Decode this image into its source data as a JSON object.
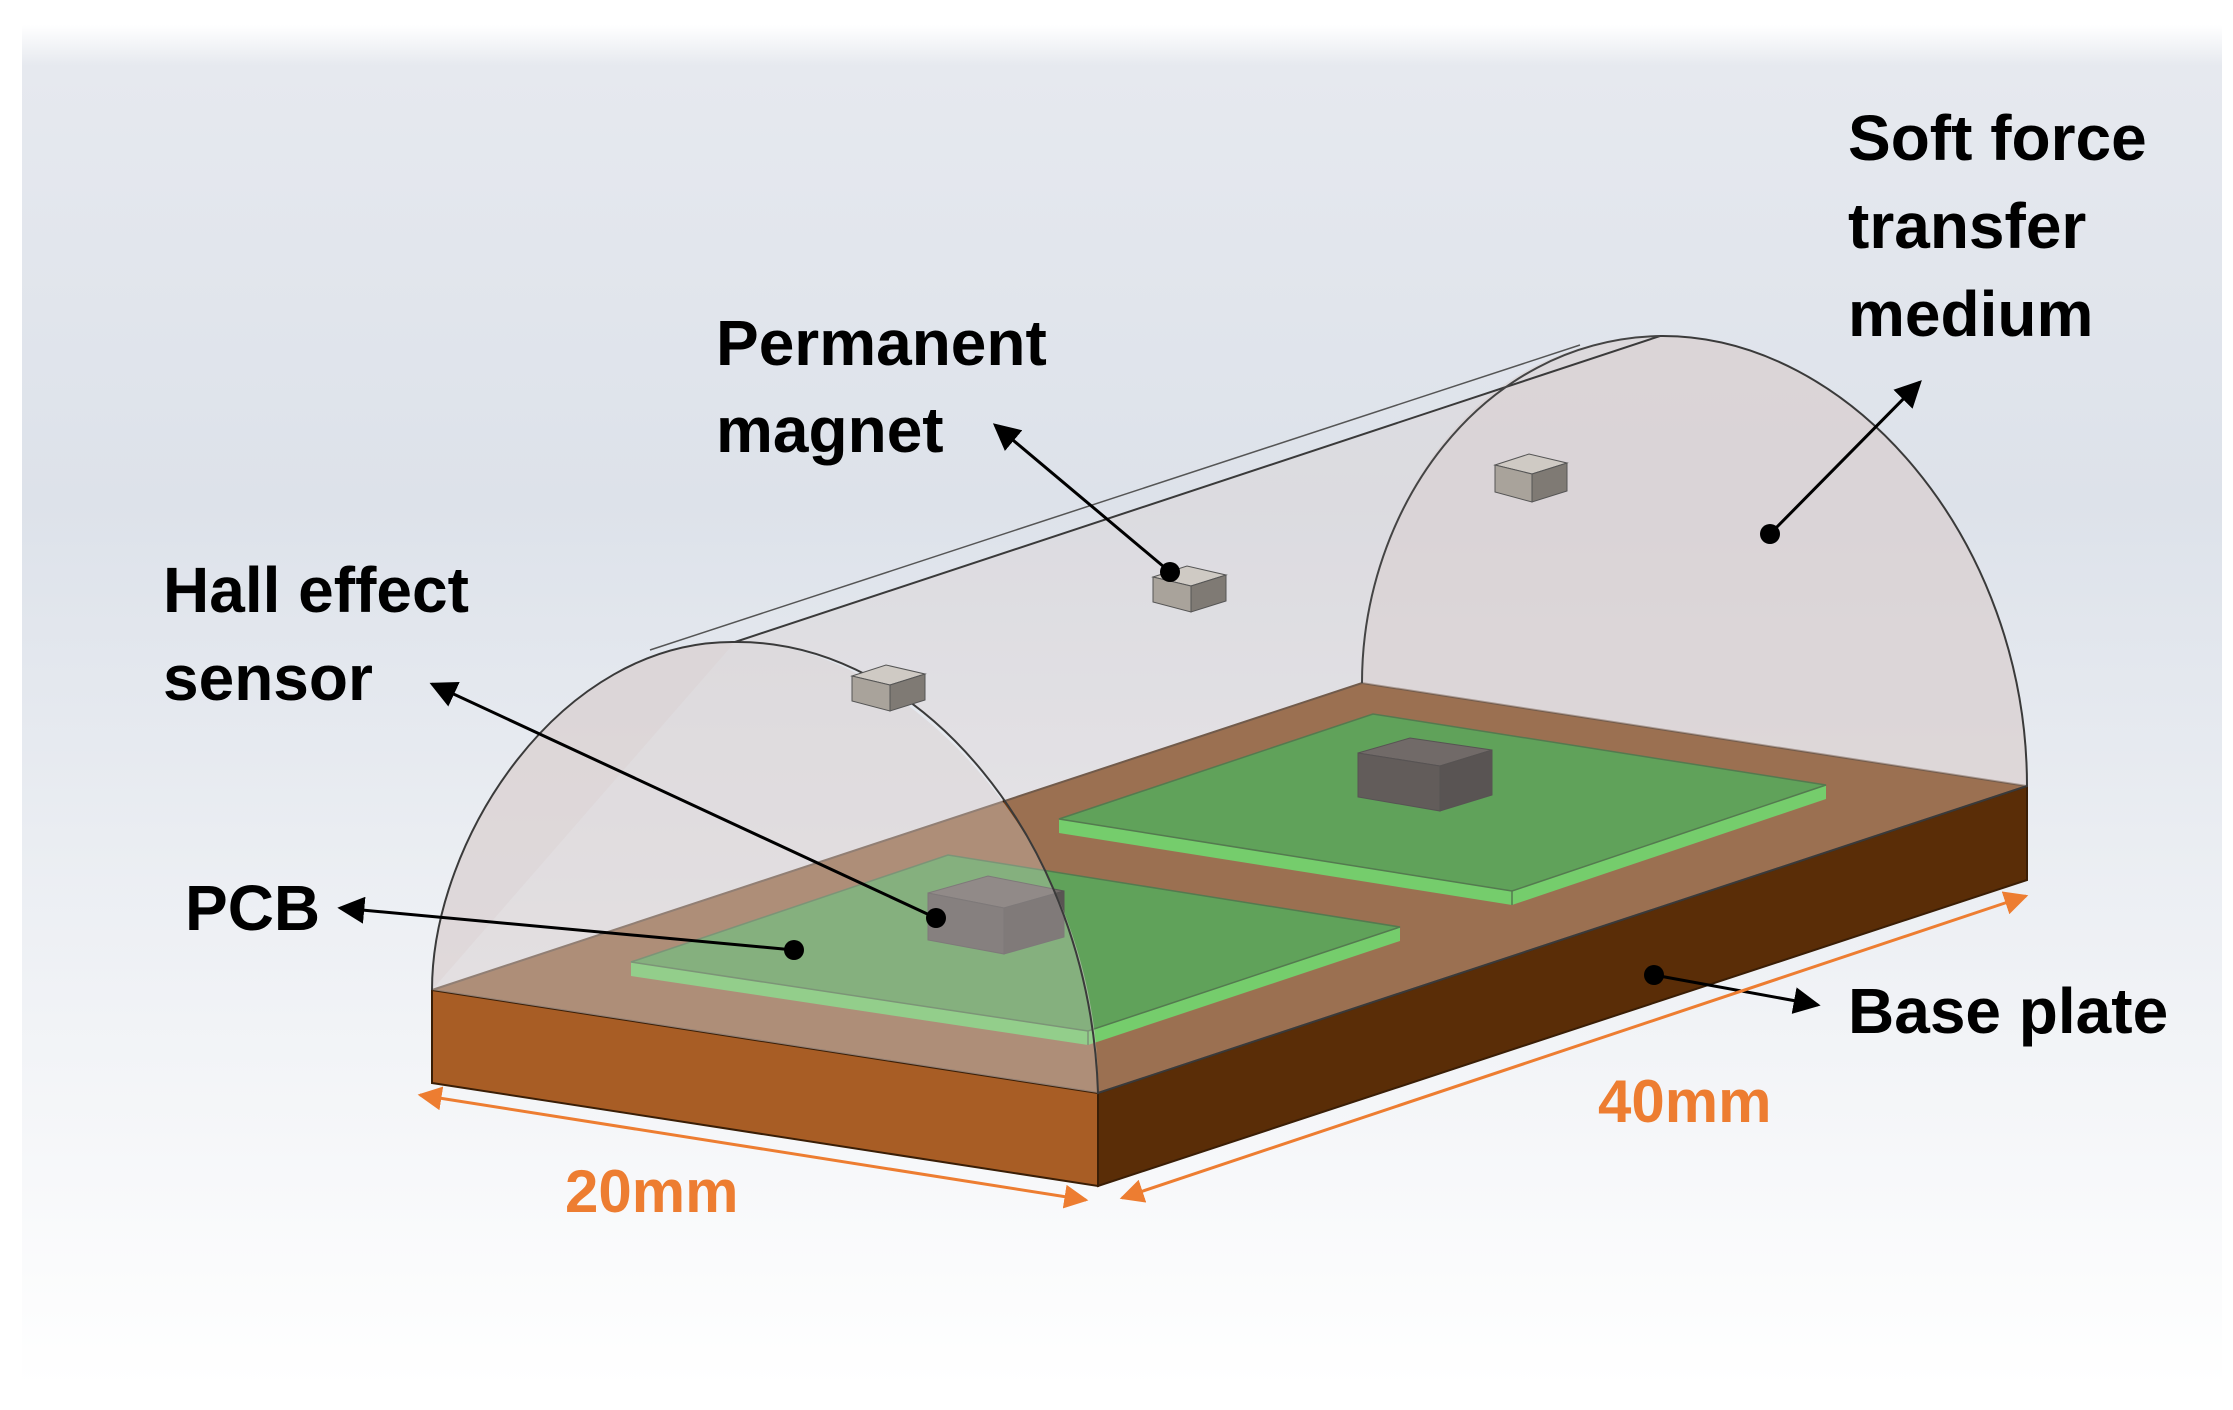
{
  "labels": {
    "soft_medium": [
      "Soft force",
      "transfer",
      "medium"
    ],
    "permanent_magnet": [
      "Permanent",
      "magnet"
    ],
    "hall_sensor": [
      "Hall effect",
      "sensor"
    ],
    "pcb": "PCB",
    "base_plate": "Base plate"
  },
  "dimensions": {
    "width": "20mm",
    "length": "40mm"
  },
  "colors": {
    "background_top": "#dde2ea",
    "background_bottom": "#ffffff",
    "base_top": "#7a3e0f",
    "base_front": "#a85d25",
    "base_side": "#5a2d07",
    "pcb_top": "#1f8a1c",
    "pcb_edge": "#3fcc38",
    "sensor": "#2b2725",
    "magnet": "#a9a39b",
    "dome": "#d9cfcf",
    "dimension": "#ed7d31",
    "callout": "#000000"
  }
}
